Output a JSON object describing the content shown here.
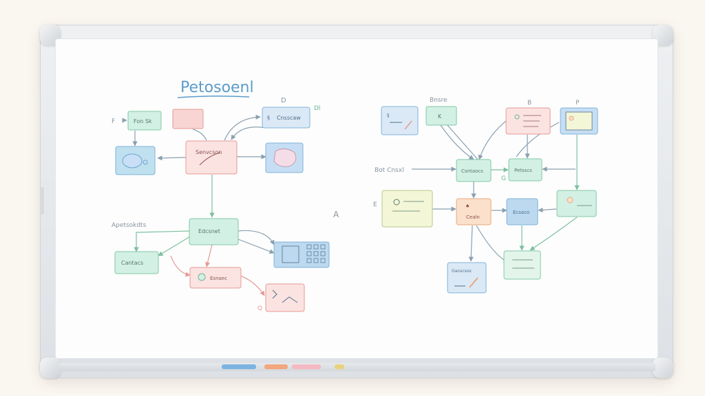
{
  "diagram": {
    "title": "Petosoenl",
    "left_group_label": "Apetsokdts",
    "right_input_label": "Bot Cnsxl",
    "center_letter": "A",
    "node_labels": {
      "l_top_left": "Fon Sk",
      "l_top_right": "Cnsscaw",
      "l_center": "Senvcson",
      "l_mid": "Edcsnet",
      "l_bottom_left": "Cantacs",
      "l_bottom_mid": "Esnaec",
      "r_top_mid": "K",
      "r_hub": "Csntaocs",
      "r_hub_right": "Petsscs",
      "r_mid_center": "Cealn",
      "r_mid_right": "Ecsaco",
      "r_bottom_left": "Oanscsox"
    },
    "side_marks": {
      "left_arrow_label": "F",
      "top_d": "D",
      "top_dl": "Dl",
      "r_top_label": "Bnsre",
      "r_top_b": "B",
      "r_top_p": "P",
      "r_g": "G",
      "r_e": "E",
      "bottom_q": "Q"
    },
    "colors": {
      "blue": "#bcd9ef",
      "blue_stroke": "#7fb3d9",
      "green": "#d3f0e4",
      "green_stroke": "#80c9a6",
      "pink": "#f8d5d3",
      "pink_stroke": "#e59a95",
      "yellow": "#f4f6d8",
      "yellow_stroke": "#b9c98a",
      "orange": "#fbe0cc",
      "orange_stroke": "#e7a97d",
      "ink_blue": "#5b9cc9",
      "ink_green": "#6ab594",
      "ink_grey": "#8794a0"
    }
  }
}
